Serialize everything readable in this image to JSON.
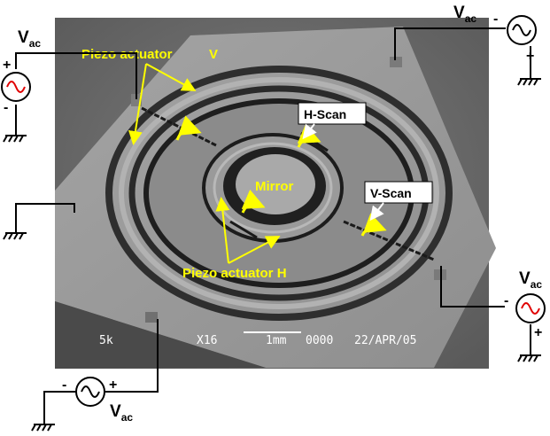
{
  "labels": {
    "piezo_v": "Piezo actuator",
    "piezo_v_suffix": "V",
    "piezo_h": "Piezo actuator H",
    "mirror": "Mirror",
    "h_scan": "H-Scan",
    "v_scan": "V-Scan"
  },
  "sources": [
    {
      "v": "V",
      "sub": "ac",
      "plus": "+",
      "minus": "-"
    },
    {
      "v": "V",
      "sub": "ac",
      "plus": "+",
      "minus": "-"
    },
    {
      "v": "V",
      "sub": "ac",
      "plus": "+",
      "minus": "-"
    },
    {
      "v": "V",
      "sub": "ac",
      "plus": "+",
      "minus": "-"
    }
  ],
  "sem_info": {
    "voltage": "5k",
    "magnification": "X16",
    "scale": "1mm",
    "frame": "0000",
    "date": "22/APR/05"
  },
  "colors": {
    "annotation": "#ffff00",
    "source_wave": "#e00000",
    "wire": "#000000",
    "sem_background": "#6e6e6e"
  }
}
